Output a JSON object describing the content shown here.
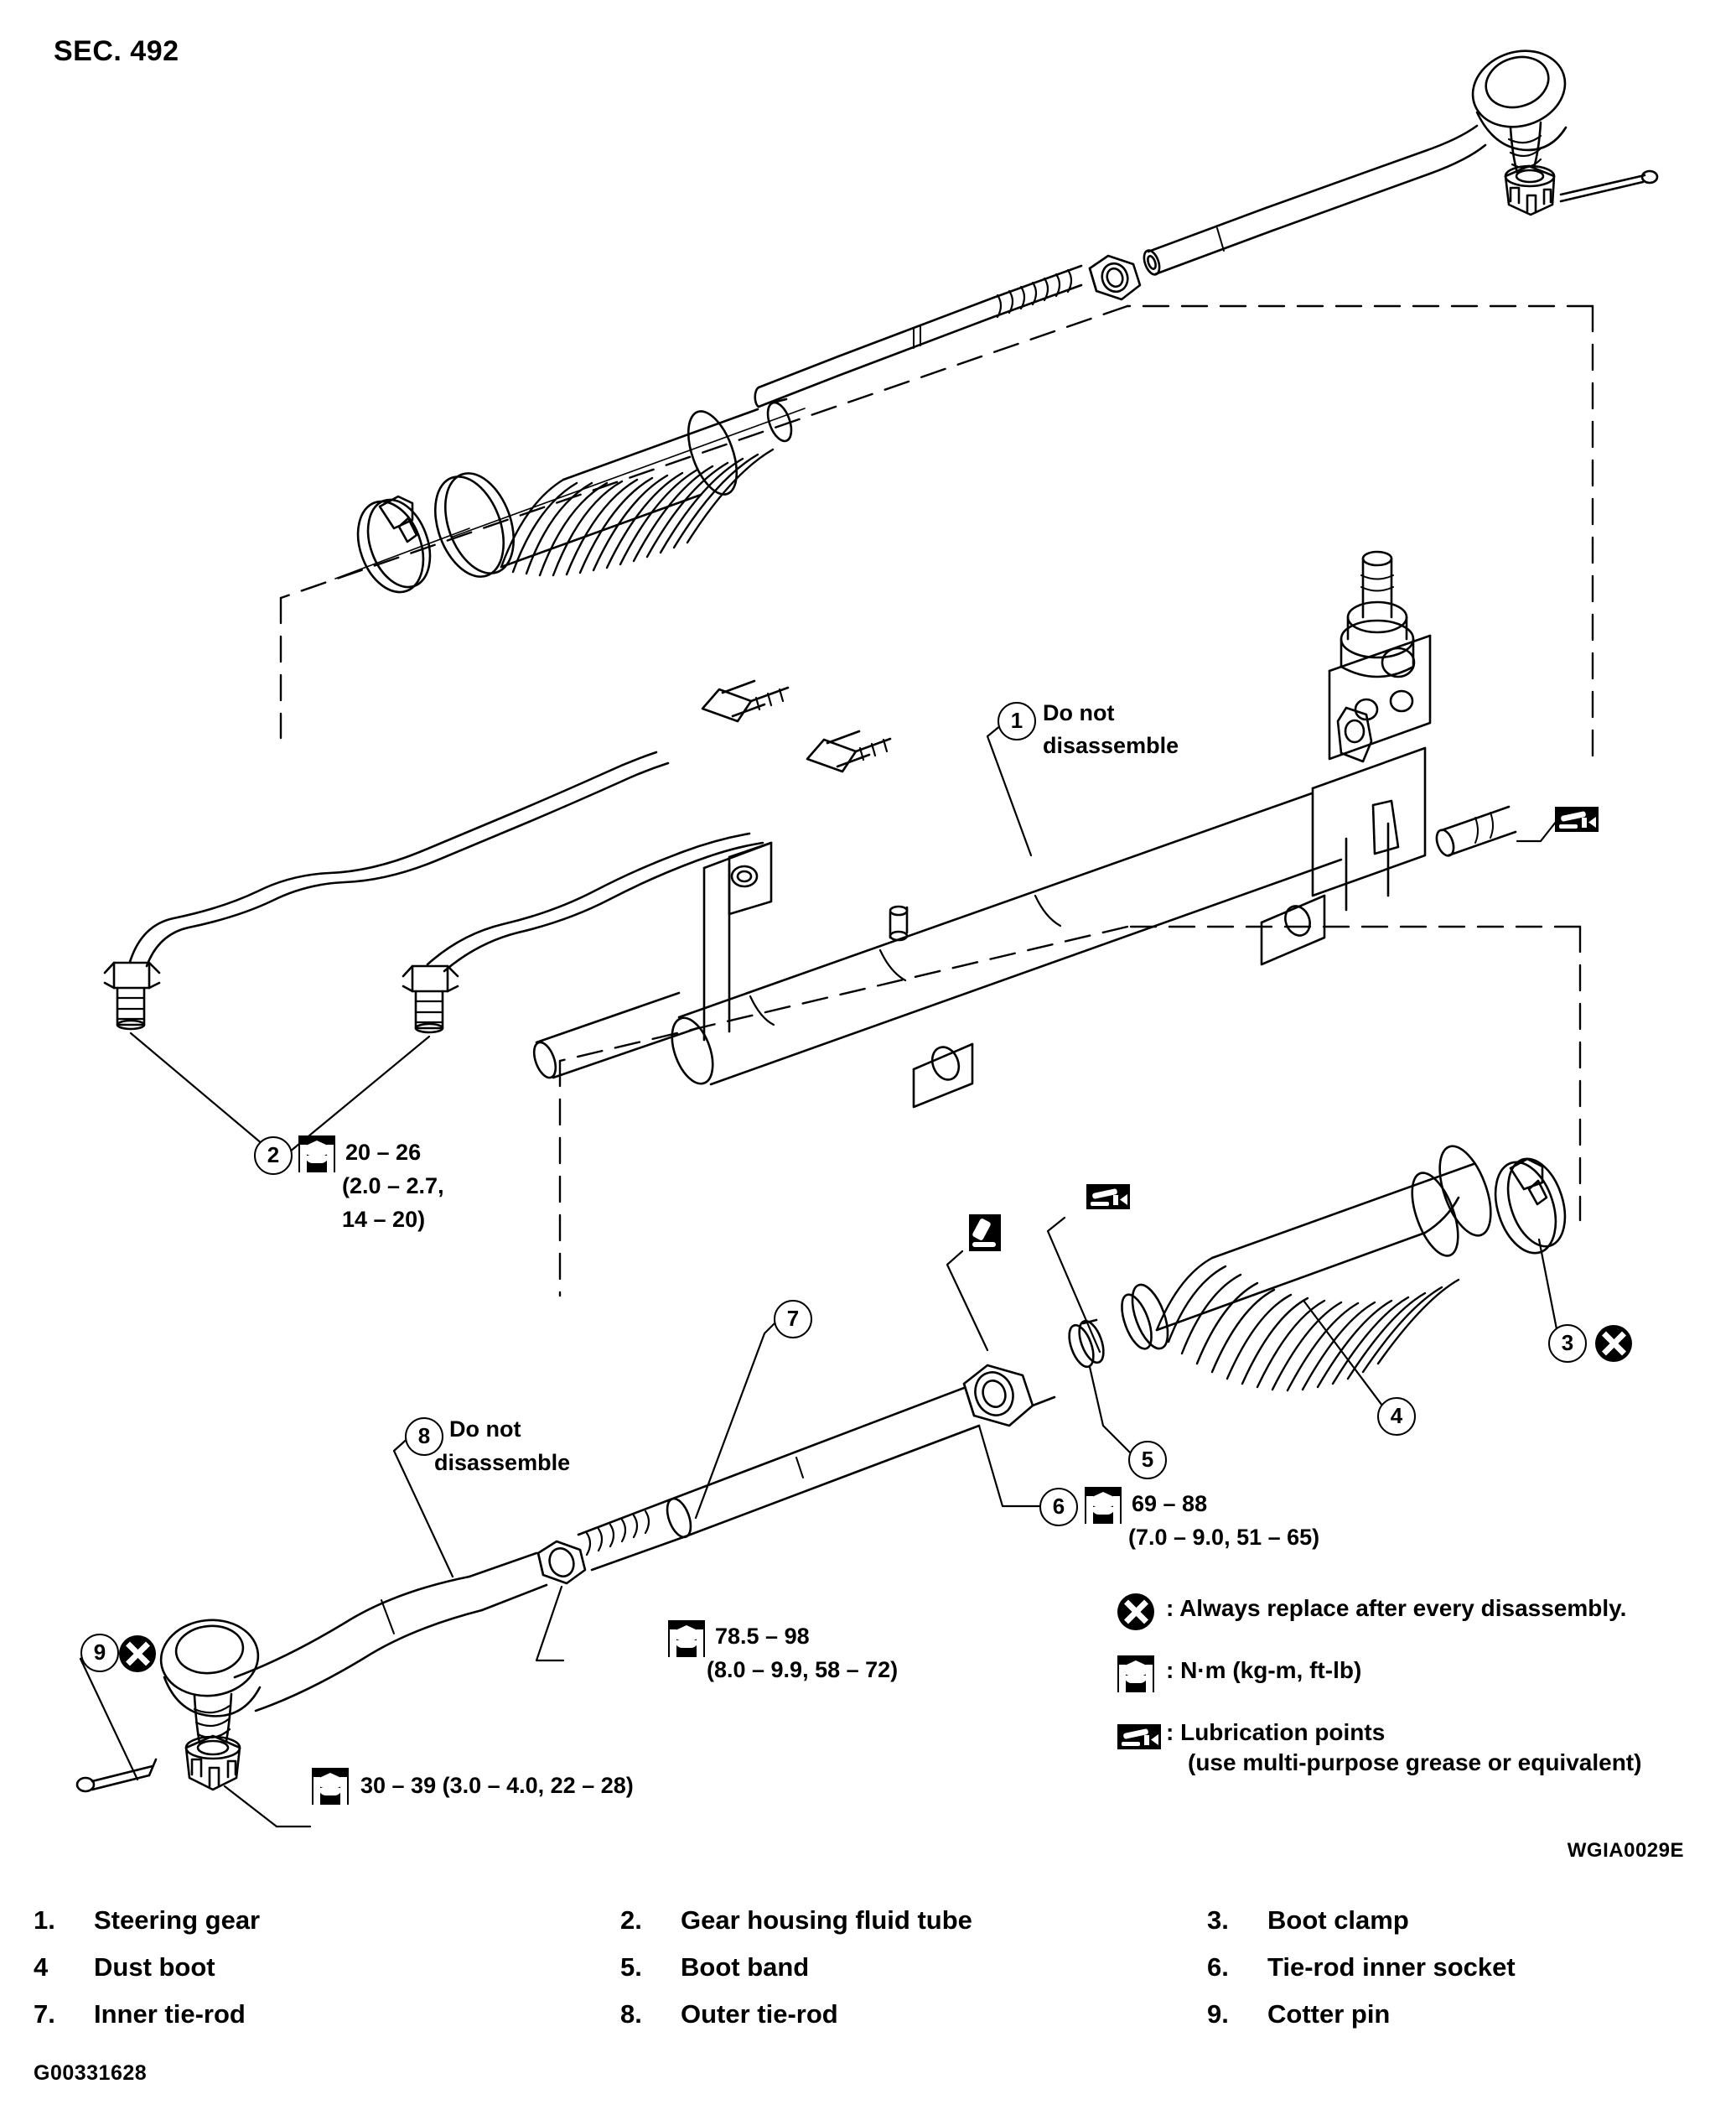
{
  "header": {
    "section_title": "SEC. 492"
  },
  "document": {
    "reference_code": "WGIA0029E",
    "doc_id": "G00331628"
  },
  "callouts": [
    {
      "id": "1",
      "number": "1",
      "note_line1": "Do not",
      "note_line2": "disassemble"
    },
    {
      "id": "2",
      "number": "2"
    },
    {
      "id": "3",
      "number": "3"
    },
    {
      "id": "4",
      "number": "4"
    },
    {
      "id": "5",
      "number": "5"
    },
    {
      "id": "6",
      "number": "6"
    },
    {
      "id": "7",
      "number": "7"
    },
    {
      "id": "8",
      "number": "8",
      "note_line1": "Do not",
      "note_line2": "disassemble"
    },
    {
      "id": "9",
      "number": "9"
    }
  ],
  "torque_specs": [
    {
      "ref": "2",
      "line1": "20 – 26",
      "line2": "(2.0 – 2.7,",
      "line3": "14 – 20)",
      "nm": "20 – 26",
      "kgm": "2.0 – 2.7",
      "ftlb": "14 – 20"
    },
    {
      "ref": "6",
      "line1": "69 – 88",
      "line2": "(7.0 – 9.0, 51 – 65)",
      "nm": "69 – 88",
      "kgm": "7.0 – 9.0",
      "ftlb": "51 – 65"
    },
    {
      "ref": "inner-tie-rod",
      "line1": "78.5 – 98",
      "line2": "(8.0 – 9.9, 58 – 72)",
      "nm": "78.5 – 98",
      "kgm": "8.0 – 9.9",
      "ftlb": "58 – 72"
    },
    {
      "ref": "outer-tie-rod-nut",
      "line1": "30 – 39 (3.0 – 4.0, 22 – 28)",
      "nm": "30 – 39",
      "kgm": "3.0 – 4.0",
      "ftlb": "22 – 28"
    }
  ],
  "legend": [
    {
      "icon": "always-replace-icon",
      "text": ": Always replace after every disassembly."
    },
    {
      "icon": "torque-wrench-icon",
      "text": ": N·m (kg-m, ft-lb)"
    },
    {
      "icon": "lubrication-point-icon",
      "text": ": Lubrication points",
      "subtext": "(use multi-purpose grease or equivalent)"
    }
  ],
  "parts_list": [
    [
      {
        "num": "1.",
        "label": "Steering gear"
      },
      {
        "num": "2.",
        "label": "Gear housing fluid tube"
      },
      {
        "num": "3.",
        "label": "Boot clamp"
      }
    ],
    [
      {
        "num": "4",
        "label": "Dust boot"
      },
      {
        "num": "5.",
        "label": "Boot band"
      },
      {
        "num": "6.",
        "label": "Tie-rod inner socket"
      }
    ],
    [
      {
        "num": "7.",
        "label": "Inner tie-rod"
      },
      {
        "num": "8.",
        "label": "Outer tie-rod"
      },
      {
        "num": "9.",
        "label": "Cotter pin"
      }
    ]
  ],
  "colors": {
    "ink": "#000000",
    "paper": "#ffffff"
  }
}
